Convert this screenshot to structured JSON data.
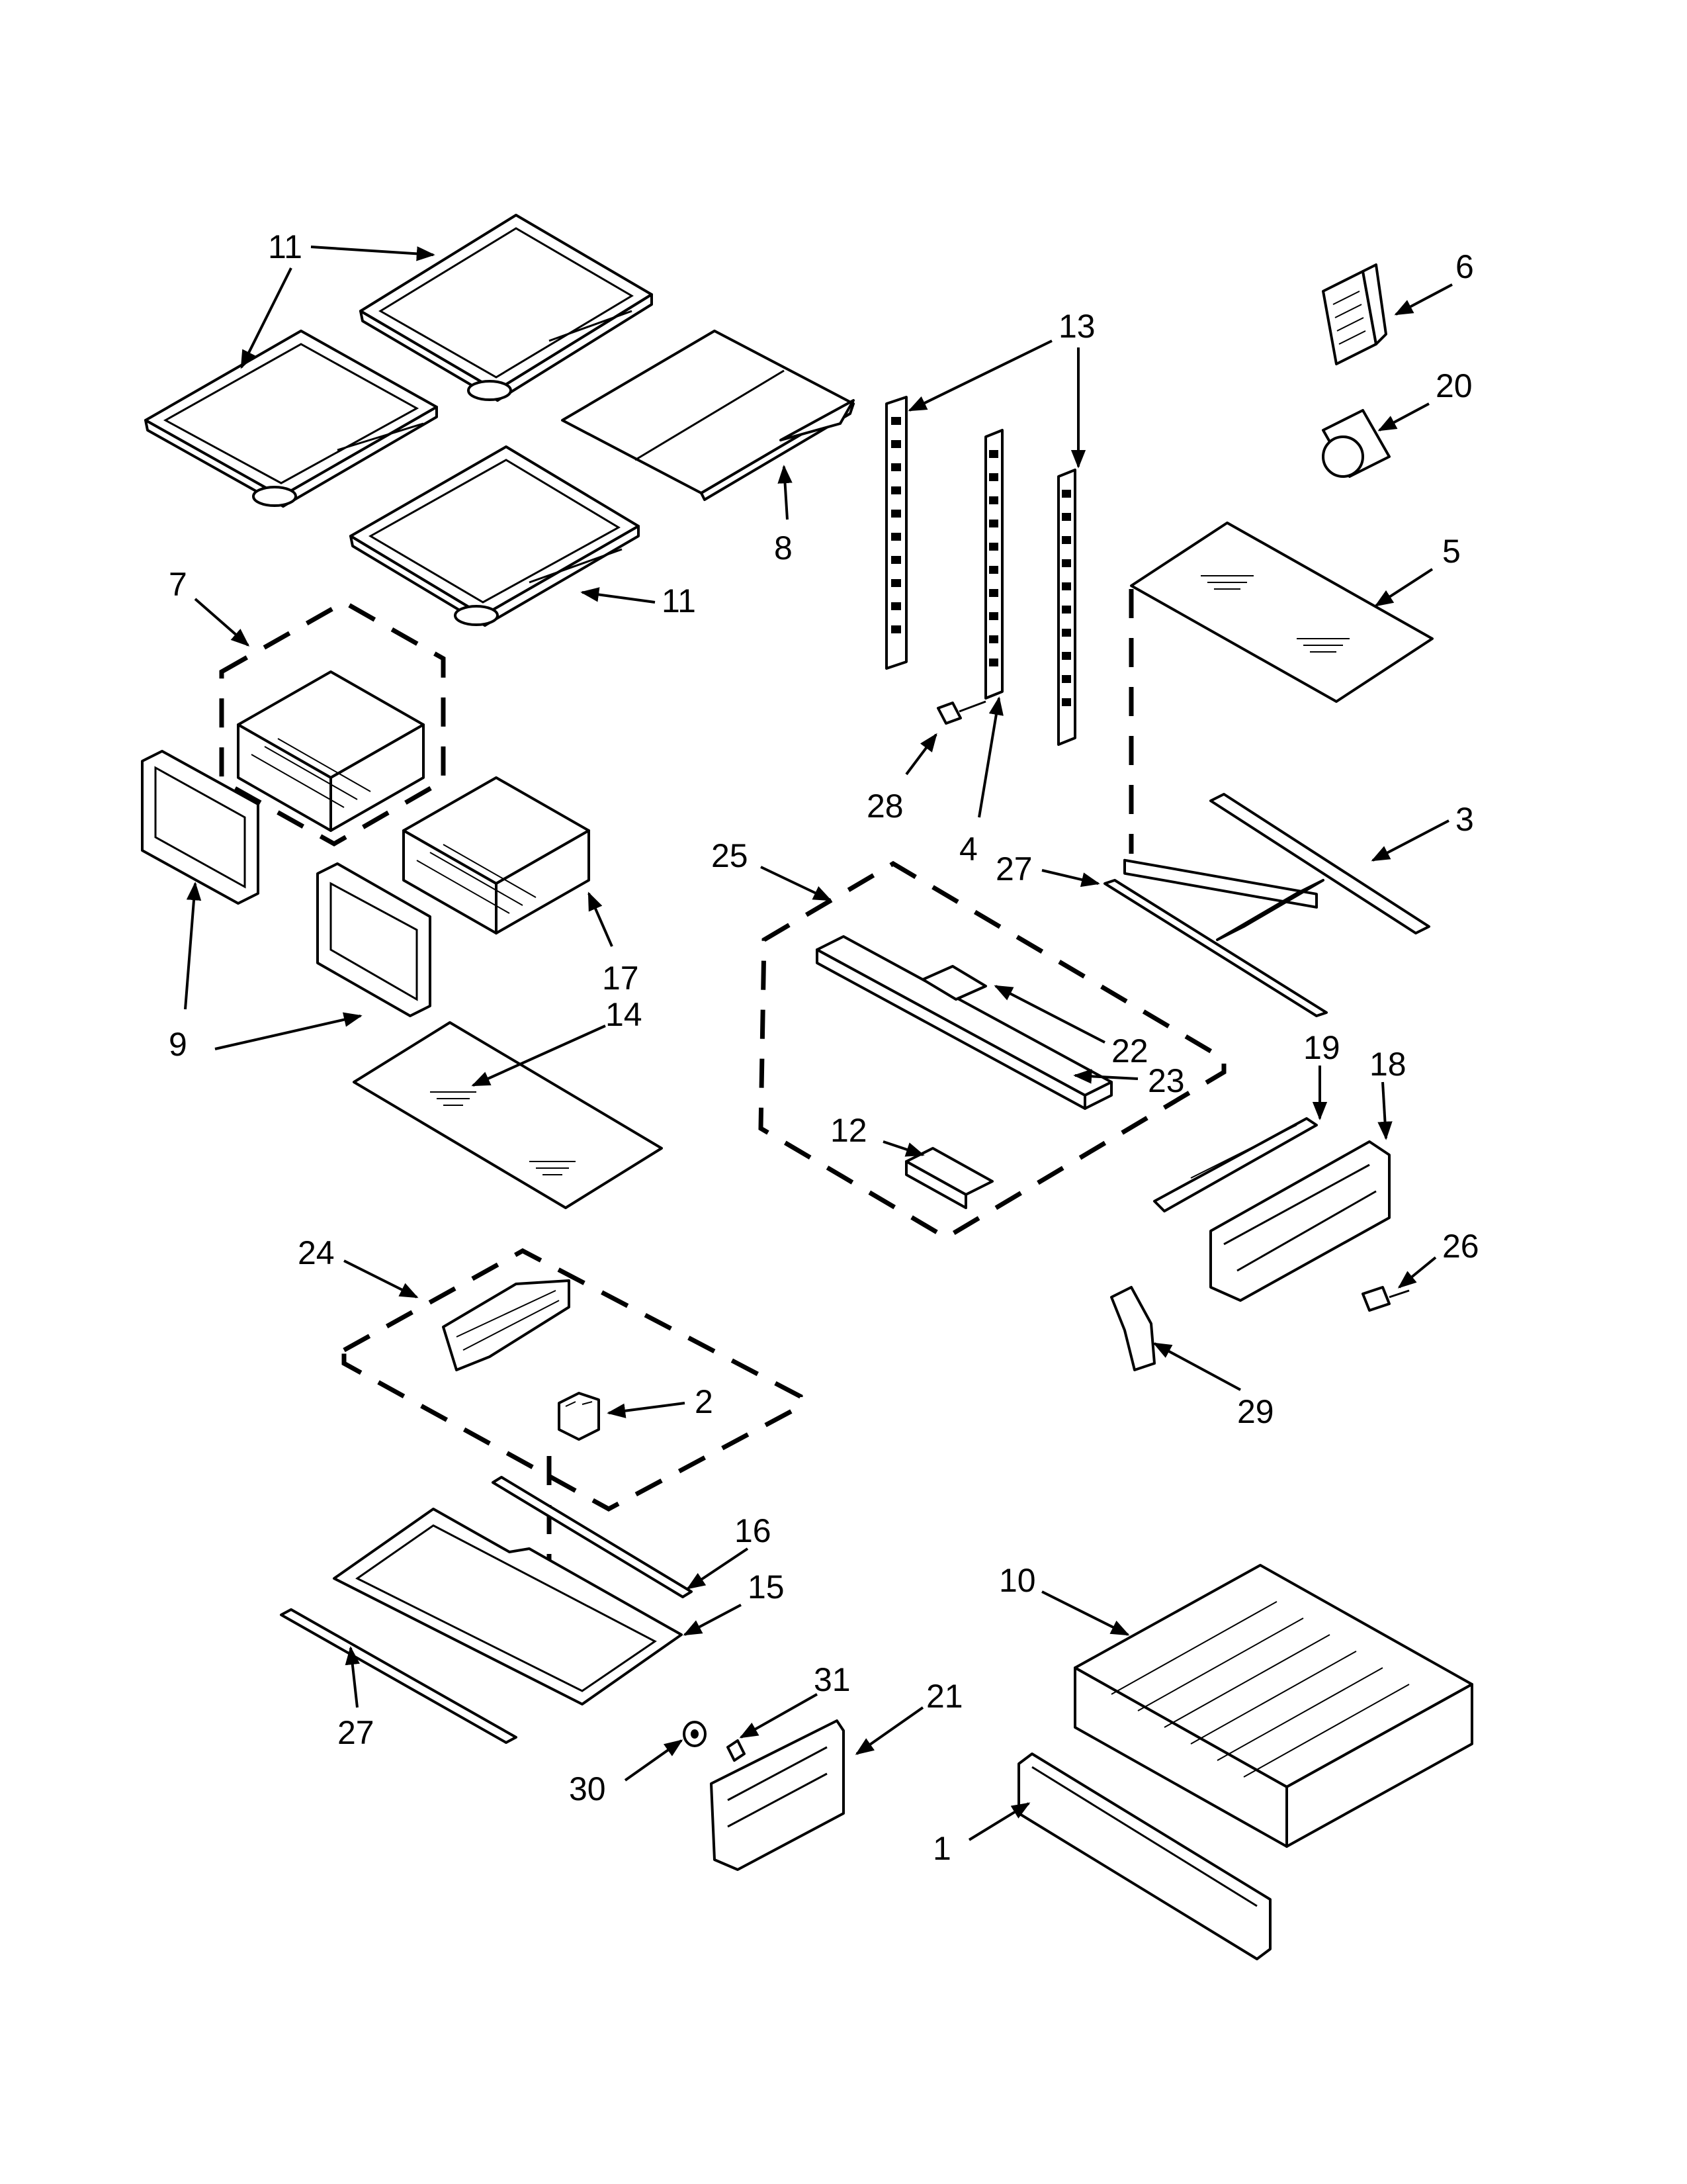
{
  "callouts": [
    {
      "id": "c11a",
      "text": "11"
    },
    {
      "id": "c11b",
      "text": "11"
    },
    {
      "id": "c6",
      "text": "6"
    },
    {
      "id": "c13",
      "text": "13"
    },
    {
      "id": "c20",
      "text": "20"
    },
    {
      "id": "c8",
      "text": "8"
    },
    {
      "id": "c5",
      "text": "5"
    },
    {
      "id": "c7",
      "text": "7"
    },
    {
      "id": "c28",
      "text": "28"
    },
    {
      "id": "c4",
      "text": "4"
    },
    {
      "id": "c3",
      "text": "3"
    },
    {
      "id": "c25",
      "text": "25"
    },
    {
      "id": "c27a",
      "text": "27"
    },
    {
      "id": "c17",
      "text": "17"
    },
    {
      "id": "c9",
      "text": "9"
    },
    {
      "id": "c14",
      "text": "14"
    },
    {
      "id": "c22",
      "text": "22"
    },
    {
      "id": "c23",
      "text": "23"
    },
    {
      "id": "c19",
      "text": "19"
    },
    {
      "id": "c18",
      "text": "18"
    },
    {
      "id": "c12",
      "text": "12"
    },
    {
      "id": "c24",
      "text": "24"
    },
    {
      "id": "c26",
      "text": "26"
    },
    {
      "id": "c2",
      "text": "2"
    },
    {
      "id": "c29",
      "text": "29"
    },
    {
      "id": "c16",
      "text": "16"
    },
    {
      "id": "c15",
      "text": "15"
    },
    {
      "id": "c10",
      "text": "10"
    },
    {
      "id": "c31",
      "text": "31"
    },
    {
      "id": "c21",
      "text": "21"
    },
    {
      "id": "c27b",
      "text": "27"
    },
    {
      "id": "c30",
      "text": "30"
    },
    {
      "id": "c1",
      "text": "1"
    }
  ]
}
